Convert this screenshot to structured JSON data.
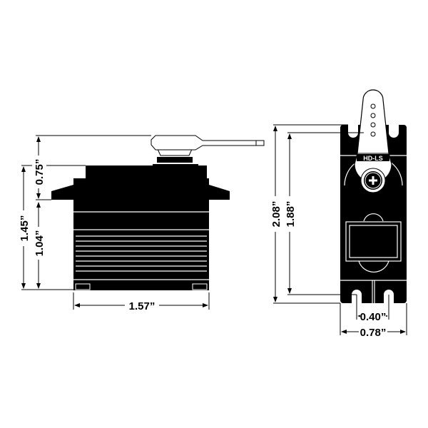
{
  "side_view": {
    "dimensions": {
      "total_height": "1.45”",
      "horn_height": "0.75”",
      "body_to_mount": "1.04”",
      "length": "1.57”"
    }
  },
  "top_view": {
    "horn_label": "HD-LS",
    "dimensions": {
      "overall_length": "2.08”",
      "hole_spacing_length": "1.88”",
      "hole_spacing_width": "0.40”",
      "width": "0.78”"
    }
  },
  "colors": {
    "body": "#000000",
    "background": "#ffffff"
  }
}
